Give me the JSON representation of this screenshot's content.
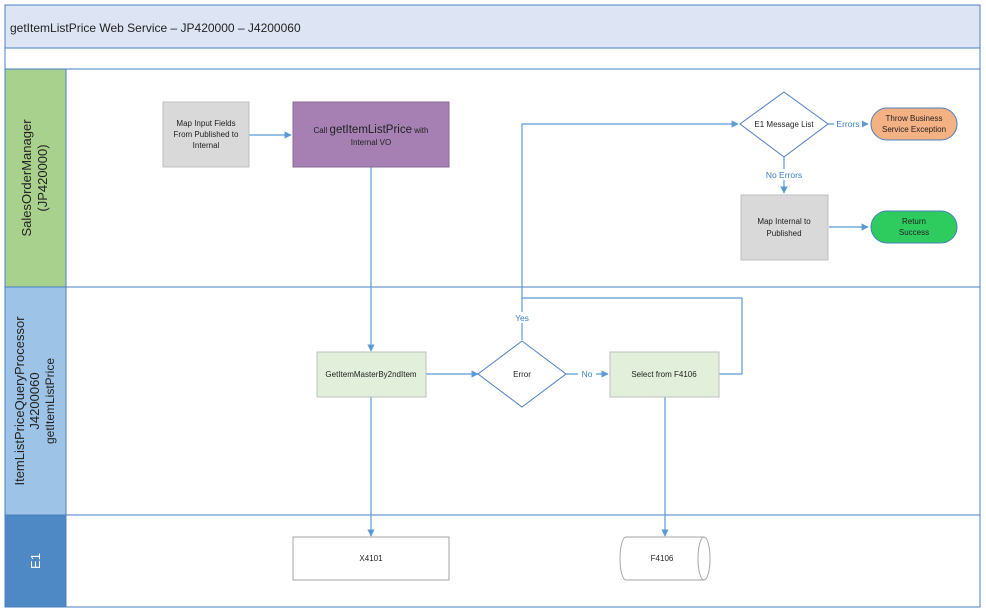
{
  "title": "getItemListPrice Web Service – JP420000 – J4200060",
  "lanes": {
    "sales": [
      "SalesOrderManager",
      "(JP420000)"
    ],
    "processor": [
      "ItemListPriceQueryProcessor",
      "J4200060",
      "getItemListPrice"
    ],
    "e1": "E1"
  },
  "nodes": {
    "map_input": [
      "Map Input Fields",
      "From Published to",
      "Internal"
    ],
    "call": {
      "prefix": "Call ",
      "method": "getItemListPrice",
      "suffix": " with",
      "line2": "Internal VO"
    },
    "msg_list": "E1 Message List",
    "throw": [
      "Throw Business",
      "Service Exception"
    ],
    "map_internal": [
      "Map Internal to",
      "Published"
    ],
    "success": [
      "Return",
      "Success"
    ],
    "get_master": "GetItemMasterBy2ndItem",
    "error": "Error",
    "select": "Select from F4106",
    "x4101": "X4101",
    "f4106": "F4106"
  },
  "edges": {
    "errors": "Errors",
    "no_errors": "No Errors",
    "yes": "Yes",
    "no": "No"
  },
  "colors": {
    "header_bg": "#dde5f4",
    "lane_sales": "#a9d18e",
    "lane_proc": "#9dc3e6",
    "lane_e1": "#4f89c5",
    "gray_box": "#d9d9d9",
    "purple_box": "#a780b3",
    "green_box": "#e2efda",
    "orange": "#f4b183",
    "success": "#2ecc5f",
    "line": "#5b9bd5",
    "border": "#4a7fc1"
  }
}
